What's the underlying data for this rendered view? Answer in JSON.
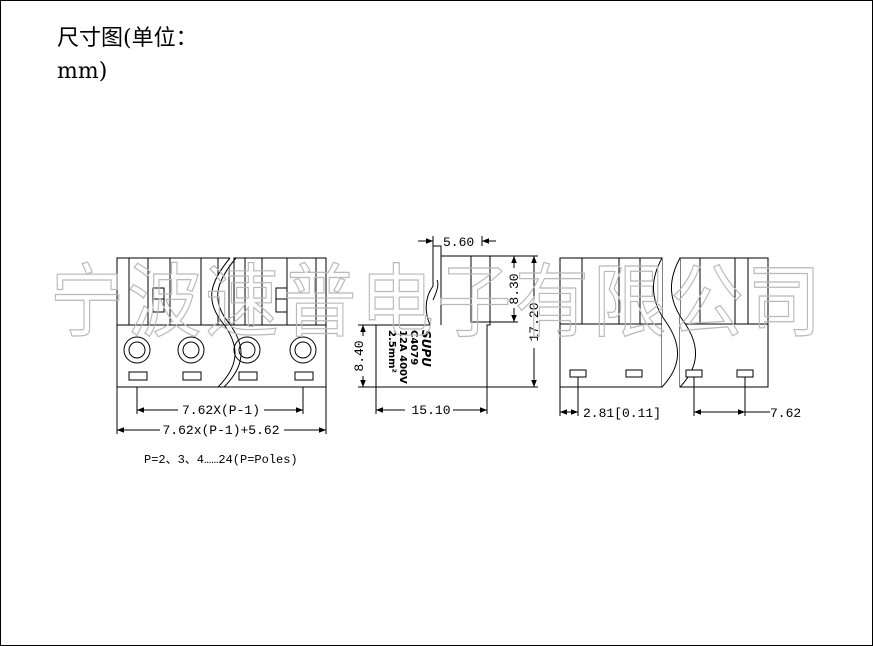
{
  "title": {
    "line1": "尺寸图(单位：",
    "line2": "mm)"
  },
  "watermark": "宁波速普电子有限公司",
  "dimensions": {
    "pitch": "7.62X(P-1)",
    "overall_length": "7.62x(P-1)+5.62",
    "poles_note": "P=2、3、4……24(P=Poles)",
    "top_offset": "5.60",
    "upper_height": "8.30",
    "total_height": "17.20",
    "lower_height": "8.40",
    "depth": "15.10",
    "edge_offset": "2.81[0.11]",
    "pitch_back": "7.62"
  },
  "body_label": {
    "brand": "SUPU",
    "model": "C4079",
    "rating": "12A 400V",
    "wire": "2.5mm²"
  }
}
